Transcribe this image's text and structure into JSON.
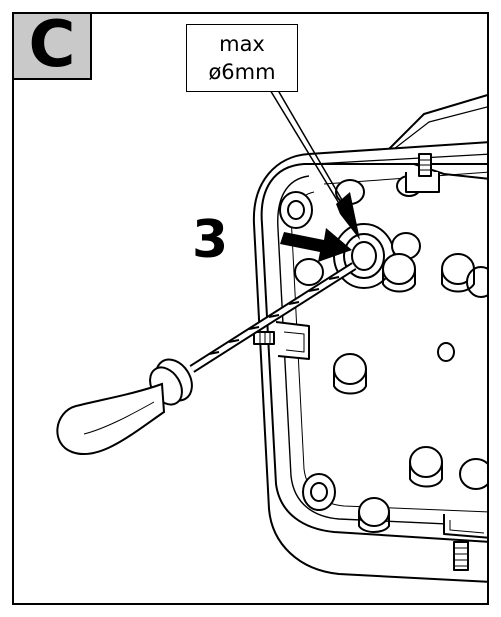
{
  "step": {
    "letter": "C",
    "number": "3"
  },
  "callout": {
    "line1": "max",
    "line2": "ø6mm"
  },
  "colors": {
    "frame": "#000000",
    "step_box_fill": "#c9c9c9",
    "background": "#ffffff"
  },
  "icons": [
    "screwdriver-icon",
    "pointer-arrow-icon"
  ]
}
